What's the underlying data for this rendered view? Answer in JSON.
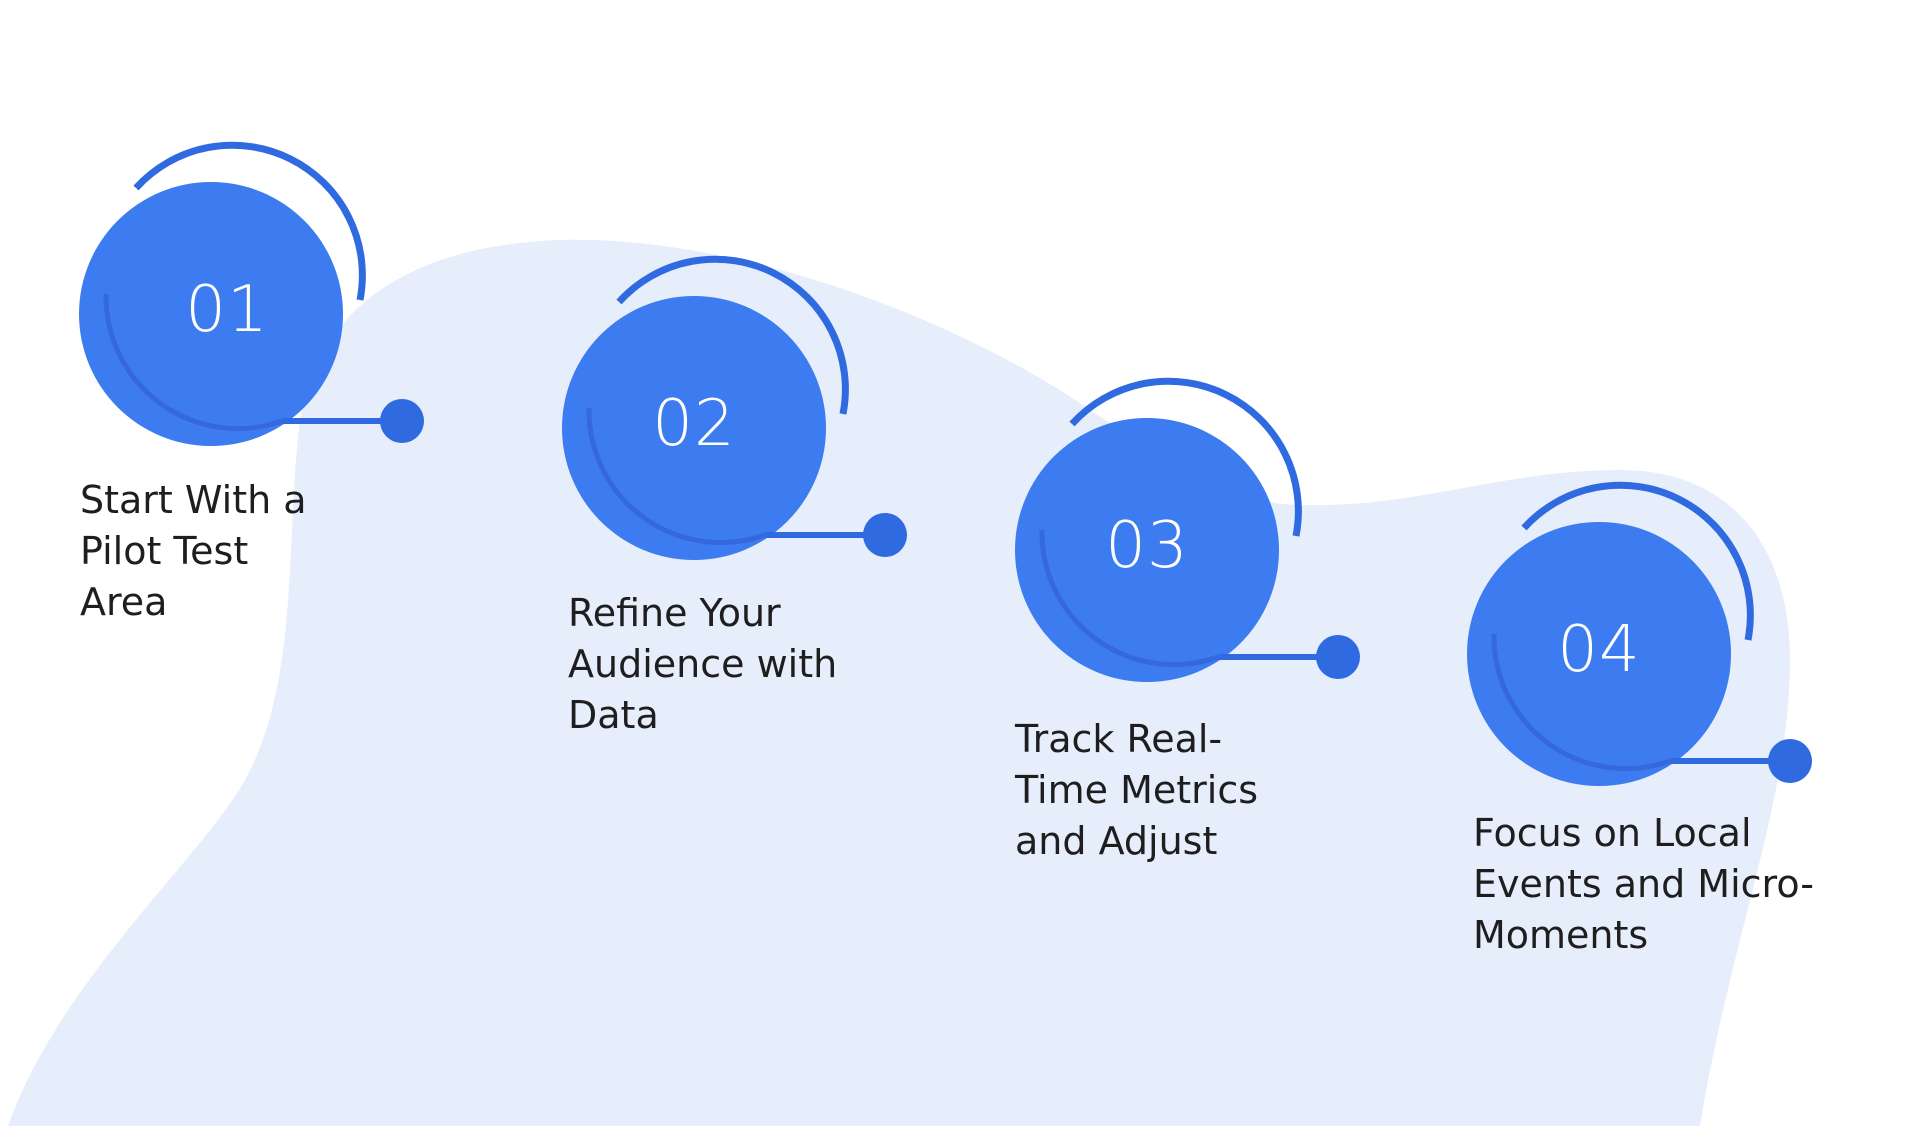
{
  "colors": {
    "blob": "#e6eefc",
    "circle": "#3d7cf0",
    "circle_shadow": "#3468dc",
    "accent": "#2f6ae0",
    "text": "#1e1e1e",
    "number": "#ffffff"
  },
  "steps": [
    {
      "number": "01",
      "label": "Start With a\nPilot Test\nArea"
    },
    {
      "number": "02",
      "label": "Refine Your\nAudience with\nData"
    },
    {
      "number": "03",
      "label": "Track Real-\nTime Metrics\nand Adjust"
    },
    {
      "number": "04",
      "label": "Focus on Local\nEvents and Micro-\nMoments"
    }
  ]
}
